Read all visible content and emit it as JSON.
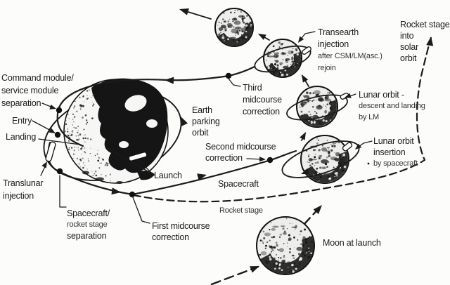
{
  "colors": {
    "ink": "#1b1b1b",
    "paper": "#fcfcfa"
  },
  "labels": {
    "cmsm": {
      "lines": [
        "Command module/",
        "service module",
        "separation"
      ]
    },
    "entry": {
      "lines": [
        "Entry"
      ]
    },
    "landing": {
      "lines": [
        "Landing"
      ]
    },
    "translunar": {
      "lines": [
        "Translunar",
        "injection"
      ]
    },
    "spacecraft_sep": {
      "lines": [
        "Spacecraft/",
        "rocket stage",
        "separation"
      ]
    },
    "first_mc": {
      "lines": [
        "First midcourse",
        "correction"
      ]
    },
    "launch": {
      "lines": [
        "Launch"
      ]
    },
    "earth_orbit": {
      "lines": [
        "Earth",
        "parking",
        "orbit"
      ]
    },
    "second_mc": {
      "lines": [
        "Second midcourse",
        "correction"
      ]
    },
    "spacecraft_path": {
      "lines": [
        "Spacecraft"
      ]
    },
    "rocket_stage_path": {
      "lines": [
        "Rocket stage"
      ]
    },
    "third_mc": {
      "lines": [
        "Third",
        "midcourse",
        "correction"
      ]
    },
    "transearth": {
      "lines": [
        "Transearth",
        "injection",
        "after CSM/LM(asc.)",
        "rejoin"
      ]
    },
    "rocket_solar": {
      "lines": [
        "Rocket stage",
        "into",
        "solar",
        "orbit"
      ]
    },
    "lunar_descent": {
      "lines": [
        "Lunar orbit -",
        "descent and landing",
        "by LM"
      ]
    },
    "lunar_insertion": {
      "lines": [
        "Lunar orbit",
        "insertion",
        "by spacecraft"
      ]
    },
    "moon_at_launch": {
      "lines": [
        "Moon at launch"
      ]
    }
  }
}
